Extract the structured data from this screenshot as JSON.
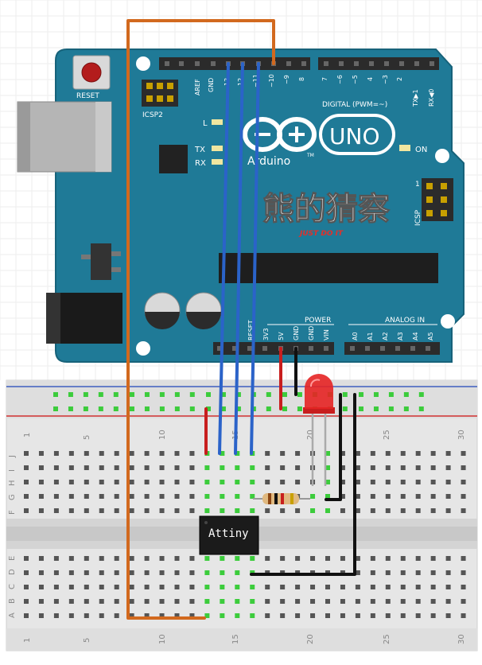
{
  "colors": {
    "board": "#1f7a97",
    "board_dark": "#17627a",
    "header": "#2b2b2b",
    "wire_orange": "#d2691e",
    "wire_blue": "#2b63c9",
    "wire_red": "#c81e1e",
    "wire_black": "#111111",
    "led": "#e52323",
    "breadboard": "#e8e8e8",
    "hole": "#555555",
    "hole_active": "#3ccc3c",
    "rail_red": "#d03030",
    "rail_blue": "#3f5fbf"
  },
  "arduino": {
    "reset_label": "RESET",
    "icsp2_label": "ICSP2",
    "icsp_label": "ICSP",
    "icsp_pin1": "1",
    "aref_label": "AREF",
    "gnd_label": "GND",
    "pin13": "13",
    "pin12": "12",
    "pin11": "~11",
    "pin10": "~10",
    "pin9": "~9",
    "pin8": "8",
    "pin7": "7",
    "pin6": "~6",
    "pin5": "~5",
    "pin4": "4",
    "pin3": "~3",
    "pin2": "2",
    "pin_tx": "TX▶1",
    "pin_rx": "RX◀0",
    "digital_label": "DIGITAL (PWM=~)",
    "led_l": "L",
    "led_tx": "TX",
    "led_rx": "RX",
    "on_label": "ON",
    "brand": "Arduino",
    "tm": "TM",
    "model": "UNO",
    "watermark": "熊的猜察",
    "watermark_sub": "JUST DO IT",
    "power_label": "POWER",
    "analog_label": "ANALOG IN",
    "power_pins": [
      "RESET",
      "3V3",
      "5V",
      "GND",
      "GND",
      "VIN"
    ],
    "analog_pins": [
      "A0",
      "A1",
      "A2",
      "A3",
      "A4",
      "A5"
    ]
  },
  "breadboard": {
    "col_numbers": [
      "1",
      "5",
      "10",
      "15",
      "20",
      "25",
      "30"
    ],
    "row_letters_top": [
      "J",
      "I",
      "H",
      "G",
      "F"
    ],
    "row_letters_bottom": [
      "E",
      "D",
      "C",
      "B",
      "A"
    ]
  },
  "chip": {
    "label": "Attiny"
  }
}
